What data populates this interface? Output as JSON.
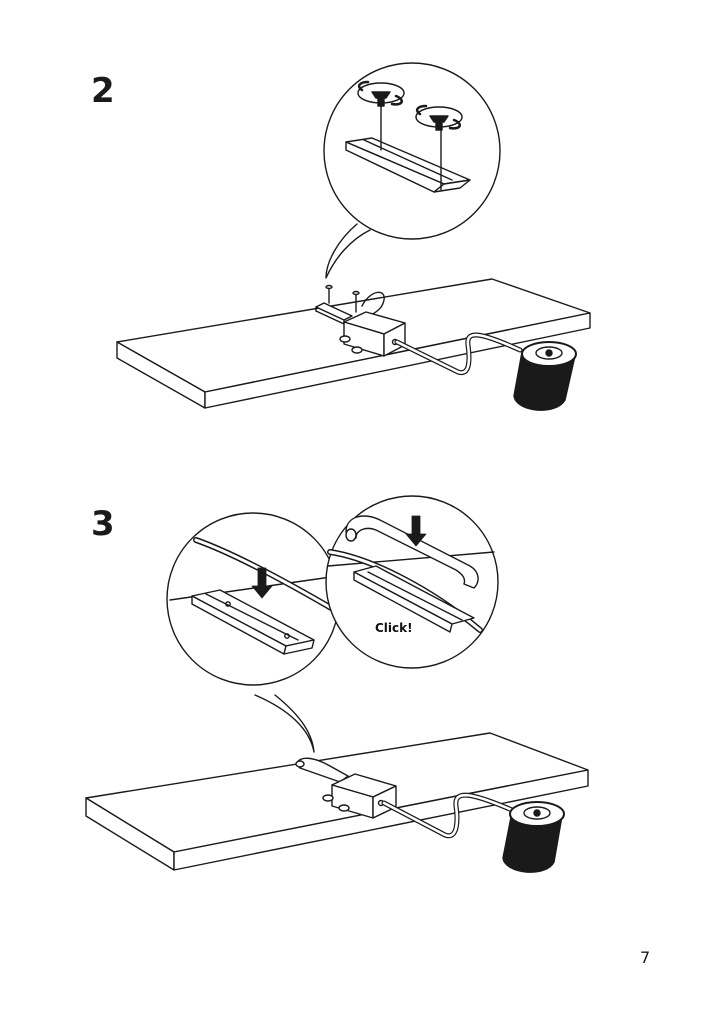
{
  "steps": [
    {
      "number": "2"
    },
    {
      "number": "3",
      "callout_text": "Click!"
    }
  ],
  "page_number": "7"
}
